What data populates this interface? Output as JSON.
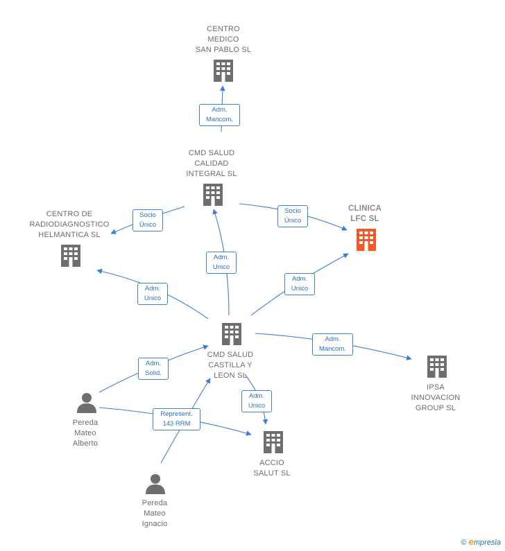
{
  "nodes": [
    {
      "id": "san_pablo",
      "label": "CENTRO\nMEDICO\nSAN PABLO SL",
      "type": "company"
    },
    {
      "id": "cmd_calidad",
      "label": "CMD SALUD\nCALIDAD\nINTEGRAL  SL",
      "type": "company"
    },
    {
      "id": "radiodiag",
      "label": "CENTRO DE\nRADIODIAGNOSTICO\nHELMANTICA SL",
      "type": "company"
    },
    {
      "id": "clinica_lfc",
      "label": "CLINICA\nLFC  SL",
      "type": "company-main"
    },
    {
      "id": "cmd_castilla",
      "label": "CMD SALUD\nCASTILLA Y\nLEON  SL",
      "type": "company"
    },
    {
      "id": "ipsa",
      "label": "IPSA\nINNOVACION\nGROUP  SL",
      "type": "company"
    },
    {
      "id": "accio",
      "label": "ACCIO\nSALUT  SL",
      "type": "company"
    },
    {
      "id": "alberto",
      "label": "Pereda\nMateo\nAlberto",
      "type": "person"
    },
    {
      "id": "ignacio",
      "label": "Pereda\nMateo\nIgnacio",
      "type": "person"
    }
  ],
  "edges": [
    {
      "label": "Adm.\nMancom."
    },
    {
      "label": "Socio\nÚnico"
    },
    {
      "label": "Socio\nÚnico"
    },
    {
      "label": "Adm.\nUnico"
    },
    {
      "label": "Adm.\nUnico"
    },
    {
      "label": "Adm.\nUnico"
    },
    {
      "label": "Adm.\nMancom."
    },
    {
      "label": "Adm.\nUnico"
    },
    {
      "label": "Adm.\nSolid."
    },
    {
      "label": "Represent.\n143 RRM"
    }
  ],
  "colors": {
    "edge": "#3a7fd1",
    "building": "#6e6e6e",
    "building_main": "#f05a28",
    "person": "#6e6e6e"
  },
  "footer": {
    "copyright": "©",
    "brand_initial": "e",
    "brand_rest": "mpresia"
  }
}
